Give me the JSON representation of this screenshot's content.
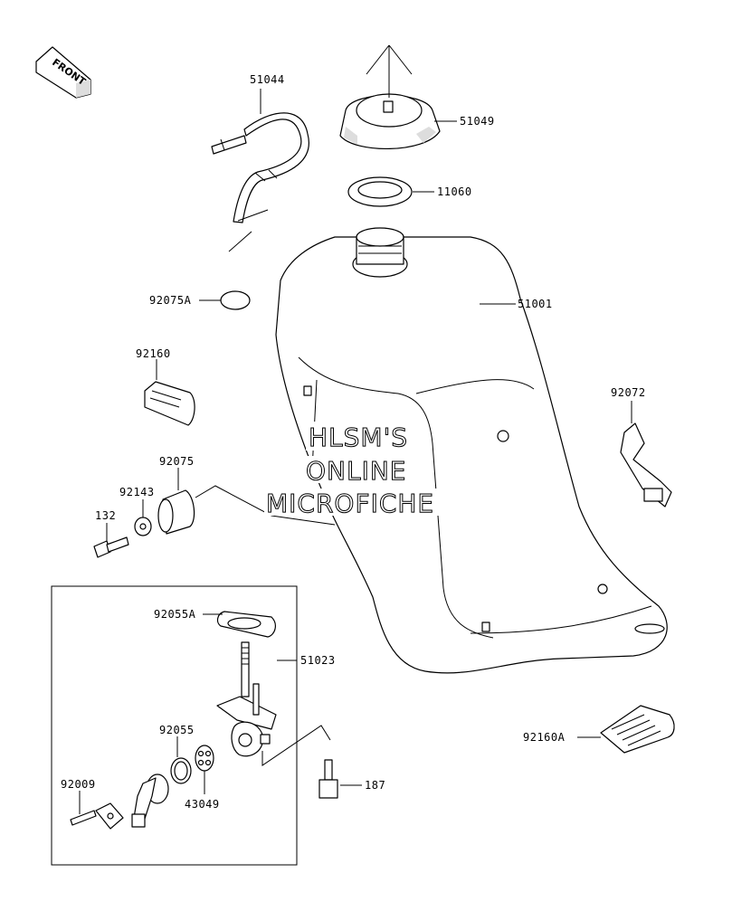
{
  "front_badge": {
    "label": "FRONT",
    "icon": "front-arrow-icon"
  },
  "watermark": {
    "line1": "HLSM'S",
    "line2": "ONLINE",
    "line3": "MICROFICHE"
  },
  "parts": {
    "p51044": "51044",
    "p51049": "51049",
    "p11060": "11060",
    "p92075A": "92075A",
    "p51001": "51001",
    "p92160": "92160",
    "p92072": "92072",
    "p92075": "92075",
    "p92143": "92143",
    "p132": "132",
    "p92055A": "92055A",
    "p51023": "51023",
    "p92055": "92055",
    "p92009": "92009",
    "p43049": "43049",
    "p187": "187",
    "p92160A": "92160A"
  }
}
